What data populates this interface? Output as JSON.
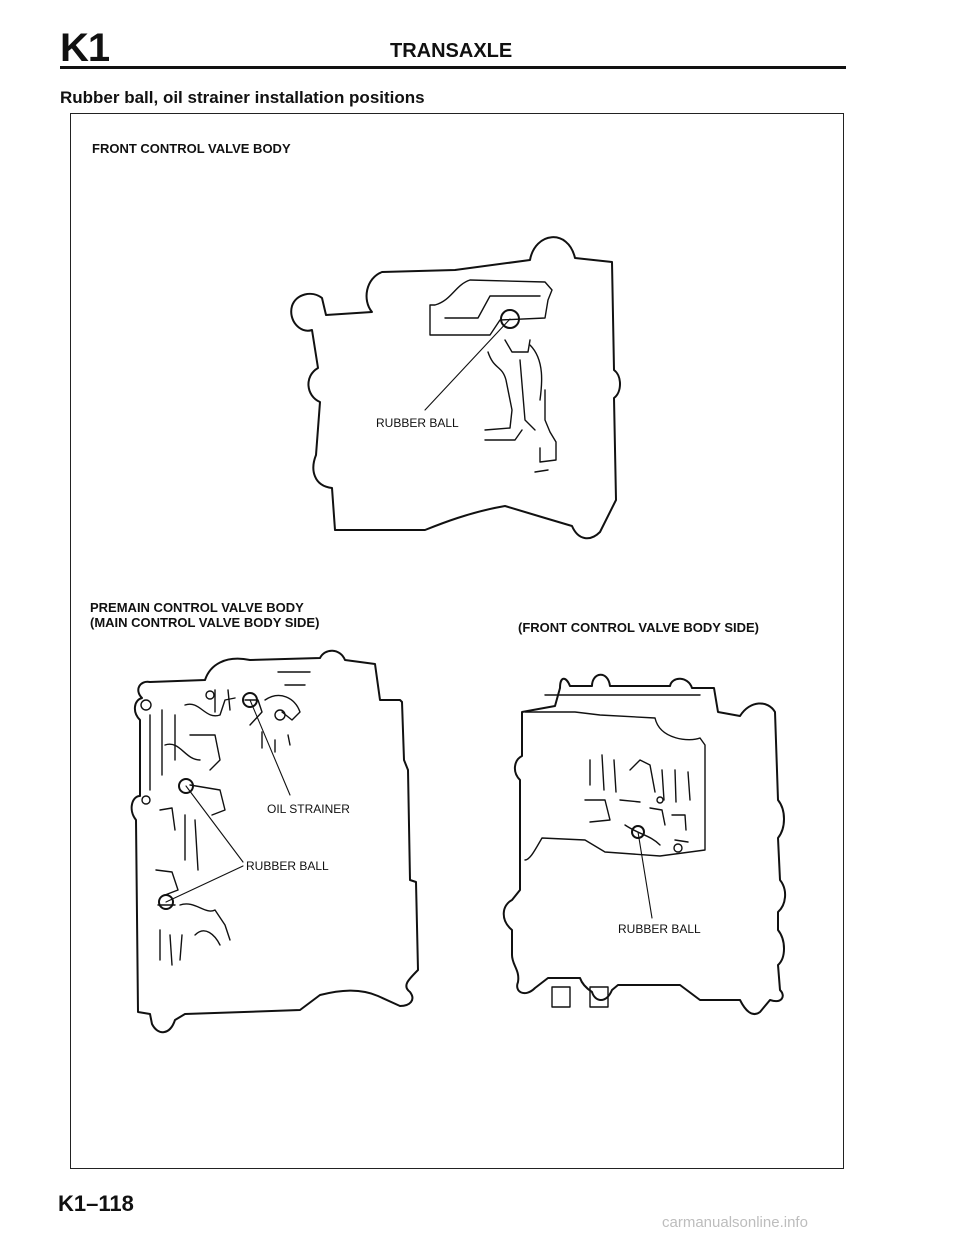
{
  "header": {
    "section_code": "K1",
    "title": "TRANSAXLE"
  },
  "subtitle": "Rubber ball, oil strainer installation positions",
  "figure": {
    "front_body": {
      "title": "FRONT CONTROL VALVE BODY",
      "callout_ball": "RUBBER BALL"
    },
    "premain_body": {
      "title_line1": "PREMAIN CONTROL VALVE BODY",
      "title_line2": "(MAIN CONTROL VALVE BODY SIDE)",
      "callout_strainer": "OIL STRAINER",
      "callout_ball": "RUBBER BALL"
    },
    "front_side_body": {
      "title": "(FRONT CONTROL VALVE BODY SIDE)",
      "callout_ball": "RUBBER BALL"
    }
  },
  "footer": {
    "page_number": "K1–118",
    "watermark": "carmanualsonline.info"
  }
}
